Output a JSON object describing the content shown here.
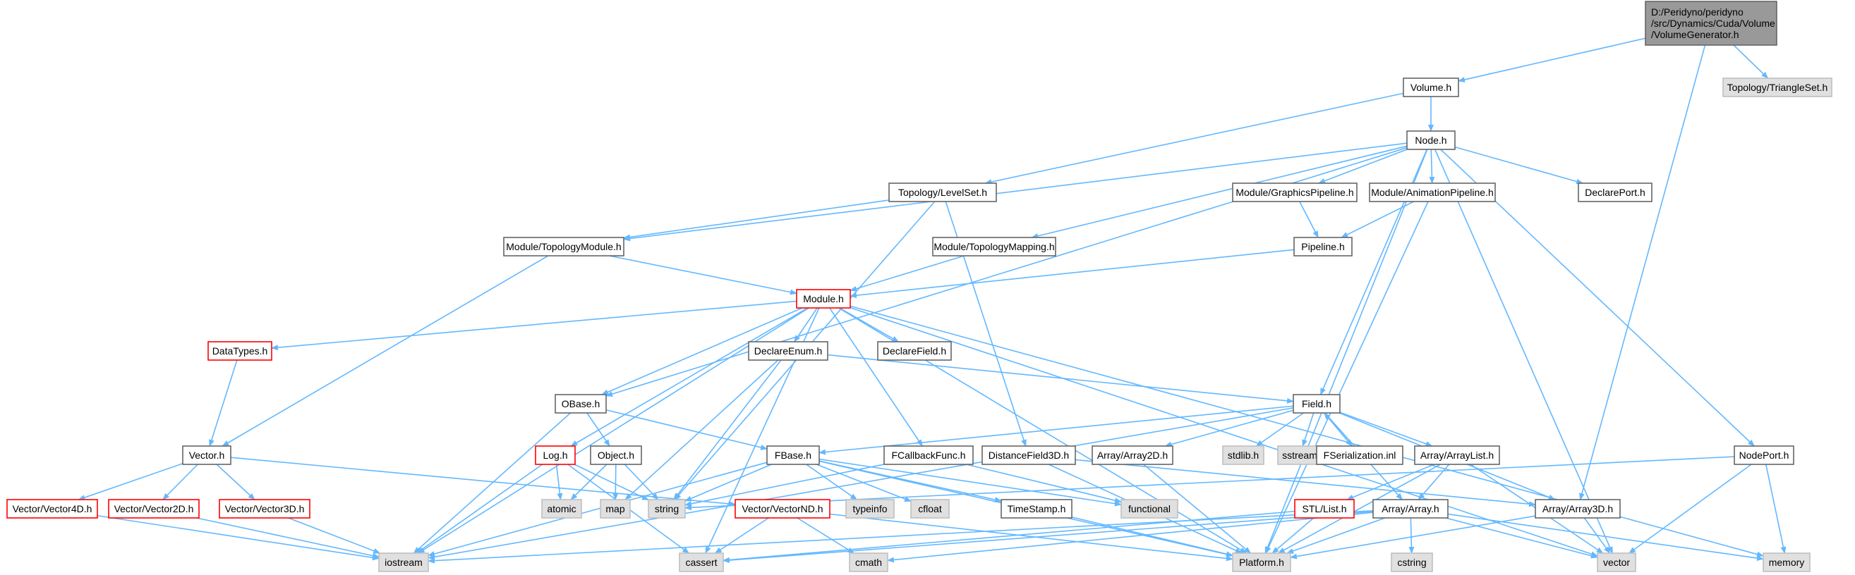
{
  "diagram": {
    "palette": {
      "edge": "#63b8ff",
      "node_border": "#666666",
      "node_fill": "#ffffff",
      "root_fill": "#999999",
      "root_border": "#666666",
      "missing_border": "#ff0000",
      "system_fill": "#e0e0e0",
      "system_border": "#bfbfbf"
    },
    "nodes": [
      {
        "id": "VolumeGenerator",
        "label": "D:/Peridyno/peridyno\n/src/Dynamics/Cuda/Volume\n/VolumeGenerator.h",
        "kind": "root"
      },
      {
        "id": "Volume",
        "label": "Volume.h",
        "kind": "normal"
      },
      {
        "id": "TriangleSet",
        "label": "Topology/TriangleSet.h",
        "kind": "system"
      },
      {
        "id": "Node",
        "label": "Node.h",
        "kind": "normal"
      },
      {
        "id": "LevelSet",
        "label": "Topology/LevelSet.h",
        "kind": "normal"
      },
      {
        "id": "GraphicsPipeline",
        "label": "Module/GraphicsPipeline.h",
        "kind": "normal"
      },
      {
        "id": "AnimationPipeline",
        "label": "Module/AnimationPipeline.h",
        "kind": "normal"
      },
      {
        "id": "DeclarePort",
        "label": "DeclarePort.h",
        "kind": "normal"
      },
      {
        "id": "TopologyModule",
        "label": "Module/TopologyModule.h",
        "kind": "normal"
      },
      {
        "id": "TopologyMapping",
        "label": "Module/TopologyMapping.h",
        "kind": "normal"
      },
      {
        "id": "Pipeline",
        "label": "Pipeline.h",
        "kind": "normal"
      },
      {
        "id": "Module",
        "label": "Module.h",
        "kind": "missing"
      },
      {
        "id": "DataTypes",
        "label": "DataTypes.h",
        "kind": "missing"
      },
      {
        "id": "DeclareEnum",
        "label": "DeclareEnum.h",
        "kind": "normal"
      },
      {
        "id": "DeclareField",
        "label": "DeclareField.h",
        "kind": "normal"
      },
      {
        "id": "OBase",
        "label": "OBase.h",
        "kind": "normal"
      },
      {
        "id": "Field",
        "label": "Field.h",
        "kind": "normal"
      },
      {
        "id": "Vector",
        "label": "Vector.h",
        "kind": "normal"
      },
      {
        "id": "Log",
        "label": "Log.h",
        "kind": "missing"
      },
      {
        "id": "Object",
        "label": "Object.h",
        "kind": "normal"
      },
      {
        "id": "FBase",
        "label": "FBase.h",
        "kind": "normal"
      },
      {
        "id": "FCallbackFunc",
        "label": "FCallbackFunc.h",
        "kind": "normal"
      },
      {
        "id": "DistanceField3D",
        "label": "DistanceField3D.h",
        "kind": "normal"
      },
      {
        "id": "Array2D",
        "label": "Array/Array2D.h",
        "kind": "normal"
      },
      {
        "id": "stdlib",
        "label": "stdlib.h",
        "kind": "system"
      },
      {
        "id": "sstream",
        "label": "sstream",
        "kind": "system"
      },
      {
        "id": "FSerialization",
        "label": "FSerialization.inl",
        "kind": "normal"
      },
      {
        "id": "ArrayList",
        "label": "Array/ArrayList.h",
        "kind": "normal"
      },
      {
        "id": "NodePort",
        "label": "NodePort.h",
        "kind": "normal"
      },
      {
        "id": "Vector4D",
        "label": "Vector/Vector4D.h",
        "kind": "missing"
      },
      {
        "id": "Vector2D",
        "label": "Vector/Vector2D.h",
        "kind": "missing"
      },
      {
        "id": "Vector3D",
        "label": "Vector/Vector3D.h",
        "kind": "missing"
      },
      {
        "id": "atomic",
        "label": "atomic",
        "kind": "system"
      },
      {
        "id": "map",
        "label": "map",
        "kind": "system"
      },
      {
        "id": "string",
        "label": "string",
        "kind": "system"
      },
      {
        "id": "VectorND",
        "label": "Vector/VectorND.h",
        "kind": "missing"
      },
      {
        "id": "typeinfo",
        "label": "typeinfo",
        "kind": "system"
      },
      {
        "id": "cfloat",
        "label": "cfloat",
        "kind": "system"
      },
      {
        "id": "TimeStamp",
        "label": "TimeStamp.h",
        "kind": "normal"
      },
      {
        "id": "functional",
        "label": "functional",
        "kind": "system"
      },
      {
        "id": "STLList",
        "label": "STL/List.h",
        "kind": "missing"
      },
      {
        "id": "Array",
        "label": "Array/Array.h",
        "kind": "normal"
      },
      {
        "id": "Array3D",
        "label": "Array/Array3D.h",
        "kind": "normal"
      },
      {
        "id": "iostream",
        "label": "iostream",
        "kind": "system"
      },
      {
        "id": "cassert",
        "label": "cassert",
        "kind": "system"
      },
      {
        "id": "cmath",
        "label": "cmath",
        "kind": "system"
      },
      {
        "id": "Platform",
        "label": "Platform.h",
        "kind": "system"
      },
      {
        "id": "cstring",
        "label": "cstring",
        "kind": "system"
      },
      {
        "id": "vector",
        "label": "vector",
        "kind": "system"
      },
      {
        "id": "memory",
        "label": "memory",
        "kind": "system"
      }
    ],
    "edges": [
      [
        "VolumeGenerator",
        "Volume"
      ],
      [
        "VolumeGenerator",
        "TriangleSet"
      ],
      [
        "VolumeGenerator",
        "Array3D"
      ],
      [
        "Volume",
        "Node"
      ],
      [
        "Volume",
        "LevelSet"
      ],
      [
        "Node",
        "GraphicsPipeline"
      ],
      [
        "Node",
        "AnimationPipeline"
      ],
      [
        "Node",
        "DeclarePort"
      ],
      [
        "Node",
        "TopologyModule"
      ],
      [
        "Node",
        "TopologyMapping"
      ],
      [
        "Node",
        "OBase"
      ],
      [
        "Node",
        "Field"
      ],
      [
        "Node",
        "NodePort"
      ],
      [
        "Node",
        "Platform"
      ],
      [
        "Node",
        "vector"
      ],
      [
        "LevelSet",
        "TopologyModule"
      ],
      [
        "LevelSet",
        "DistanceField3D"
      ],
      [
        "LevelSet",
        "string"
      ],
      [
        "GraphicsPipeline",
        "Pipeline"
      ],
      [
        "AnimationPipeline",
        "Pipeline"
      ],
      [
        "AnimationPipeline",
        "Platform"
      ],
      [
        "TopologyModule",
        "Module"
      ],
      [
        "TopologyModule",
        "Vector"
      ],
      [
        "TopologyMapping",
        "Module"
      ],
      [
        "Pipeline",
        "Module"
      ],
      [
        "Module",
        "DataTypes"
      ],
      [
        "Module",
        "DeclareEnum"
      ],
      [
        "Module",
        "DeclareField"
      ],
      [
        "Module",
        "OBase"
      ],
      [
        "Module",
        "Log"
      ],
      [
        "Module",
        "FCallbackFunc"
      ],
      [
        "Module",
        "iostream"
      ],
      [
        "Module",
        "cassert"
      ],
      [
        "Module",
        "memory"
      ],
      [
        "Module",
        "vector"
      ],
      [
        "Module",
        "Platform"
      ],
      [
        "DataTypes",
        "Vector"
      ],
      [
        "DeclareEnum",
        "Field"
      ],
      [
        "DeclareEnum",
        "string"
      ],
      [
        "DeclareEnum",
        "map"
      ],
      [
        "OBase",
        "Object"
      ],
      [
        "OBase",
        "FBase"
      ],
      [
        "OBase",
        "iostream"
      ],
      [
        "Field",
        "FBase"
      ],
      [
        "Field",
        "Array2D"
      ],
      [
        "Field",
        "stdlib"
      ],
      [
        "Field",
        "sstream"
      ],
      [
        "Field",
        "FSerialization"
      ],
      [
        "Field",
        "ArrayList"
      ],
      [
        "Field",
        "Array3D"
      ],
      [
        "Field",
        "Array"
      ],
      [
        "Field",
        "iostream"
      ],
      [
        "FSerialization",
        "Field"
      ],
      [
        "Vector",
        "Vector4D"
      ],
      [
        "Vector",
        "Vector2D"
      ],
      [
        "Vector",
        "Vector3D"
      ],
      [
        "Vector",
        "VectorND"
      ],
      [
        "Log",
        "atomic"
      ],
      [
        "Log",
        "string"
      ],
      [
        "Log",
        "iostream"
      ],
      [
        "Log",
        "cassert"
      ],
      [
        "Object",
        "atomic"
      ],
      [
        "Object",
        "map"
      ],
      [
        "Object",
        "string"
      ],
      [
        "FBase",
        "string"
      ],
      [
        "FBase",
        "typeinfo"
      ],
      [
        "FBase",
        "cfloat"
      ],
      [
        "FBase",
        "TimeStamp"
      ],
      [
        "FBase",
        "functional"
      ],
      [
        "FBase",
        "Platform"
      ],
      [
        "FBase",
        "iostream"
      ],
      [
        "FCallbackFunc",
        "functional"
      ],
      [
        "FCallbackFunc",
        "string"
      ],
      [
        "DistanceField3D",
        "Array3D"
      ],
      [
        "DistanceField3D",
        "Platform"
      ],
      [
        "Array2D",
        "Platform"
      ],
      [
        "ArrayList",
        "STLList"
      ],
      [
        "ArrayList",
        "Array"
      ],
      [
        "ArrayList",
        "Platform"
      ],
      [
        "ArrayList",
        "vector"
      ],
      [
        "NodePort",
        "string"
      ],
      [
        "NodePort",
        "vector"
      ],
      [
        "NodePort",
        "memory"
      ],
      [
        "Vector4D",
        "iostream"
      ],
      [
        "Vector2D",
        "iostream"
      ],
      [
        "Vector3D",
        "iostream"
      ],
      [
        "VectorND",
        "cassert"
      ],
      [
        "VectorND",
        "cmath"
      ],
      [
        "VectorND",
        "Platform"
      ],
      [
        "TimeStamp",
        "Platform"
      ],
      [
        "STLList",
        "Platform"
      ],
      [
        "STLList",
        "cassert"
      ],
      [
        "Array",
        "Platform"
      ],
      [
        "Array",
        "cassert"
      ],
      [
        "Array",
        "cstring"
      ],
      [
        "Array",
        "vector"
      ],
      [
        "Array",
        "iostream"
      ],
      [
        "Array",
        "cmath"
      ],
      [
        "Array",
        "memory"
      ],
      [
        "Array3D",
        "Platform"
      ],
      [
        "Array3D",
        "vector"
      ]
    ]
  }
}
